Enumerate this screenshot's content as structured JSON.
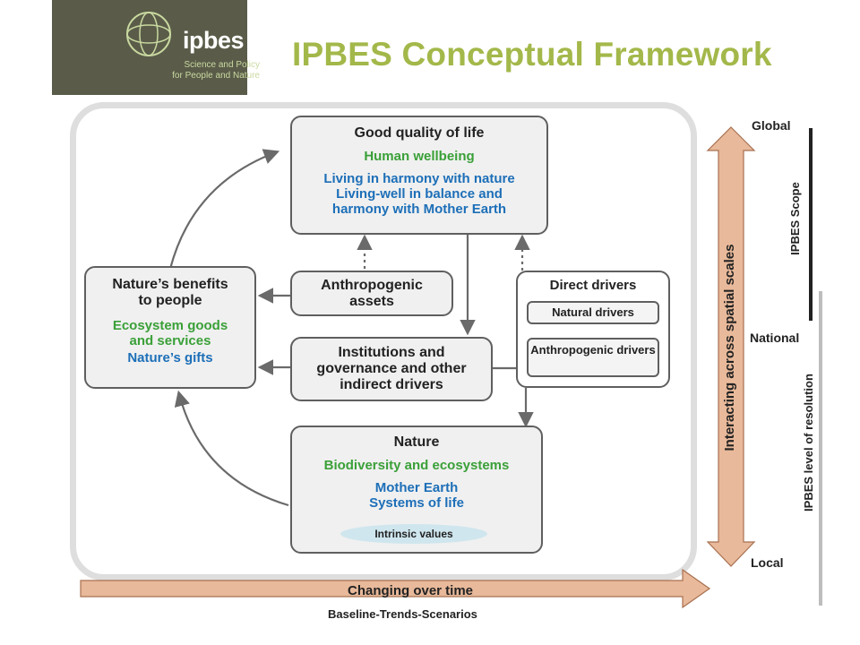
{
  "header": {
    "logo_word": "ipbes",
    "logo_tagline": [
      "Science and Policy",
      "for People and Nature"
    ],
    "title": "IPBES Conceptual Framework"
  },
  "diagram": {
    "good_quality": {
      "title": "Good quality of life",
      "sub": "Human wellbeing",
      "lines": [
        "Living in harmony with nature",
        "Living-well in balance and",
        "harmony with Mother Earth"
      ]
    },
    "natures_benefits": {
      "title": [
        "Nature’s benefits",
        "to people"
      ],
      "sub": [
        "Ecosystem goods",
        "and services"
      ],
      "extra": "Nature’s gifts"
    },
    "anthropogenic_assets": {
      "title": [
        "Anthropogenic",
        "assets"
      ]
    },
    "institutions": {
      "title": [
        "Institutions and",
        "governance and other",
        "indirect drivers"
      ]
    },
    "direct_drivers": {
      "title": "Direct drivers",
      "natural": "Natural drivers",
      "anthropogenic": [
        "Anthropogenic",
        "drivers"
      ]
    },
    "nature": {
      "title": "Nature",
      "sub": "Biodiversity and ecosystems",
      "lines": [
        "Mother Earth",
        "Systems of life"
      ],
      "intrinsic": "Intrinsic values"
    }
  },
  "scales": {
    "global": "Global",
    "national": "National",
    "local": "Local",
    "arrow_label": "Interacting across spatial scales",
    "scope_label": "IPBES Scope",
    "resolution_label": "IPBES level of resolution"
  },
  "time": {
    "label": "Changing over time",
    "sublabel": "Baseline-Trends-Scenarios"
  },
  "colors": {
    "title": "#a3b84a",
    "logo_bg": "#5a5c49",
    "green_text": "#3aa038",
    "blue_text": "#1d6fb8",
    "arrow_fill": "#e8b99a"
  }
}
